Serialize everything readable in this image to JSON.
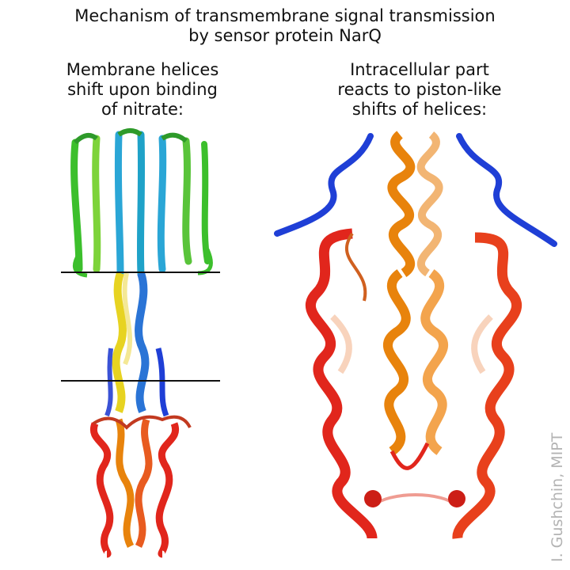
{
  "title": {
    "line1": "Mechanism of transmembrane signal transmission",
    "line2": "by sensor protein NarQ"
  },
  "left_panel": {
    "caption_lines": [
      "Membrane helices",
      "shift upon binding",
      "of nitrate:"
    ]
  },
  "right_panel": {
    "caption_lines": [
      "Intracellular part",
      "reacts to piston-like",
      "shifts of helices:"
    ]
  },
  "credit": "I. Gushchin, MIPT",
  "colors": {
    "blue": "#1f3fd6",
    "cyan": "#2aa6d6",
    "green": "#3cbf2c",
    "yellow": "#e7d321",
    "orange": "#e8830c",
    "red": "#e1261c",
    "membrane_line": "#111111"
  }
}
